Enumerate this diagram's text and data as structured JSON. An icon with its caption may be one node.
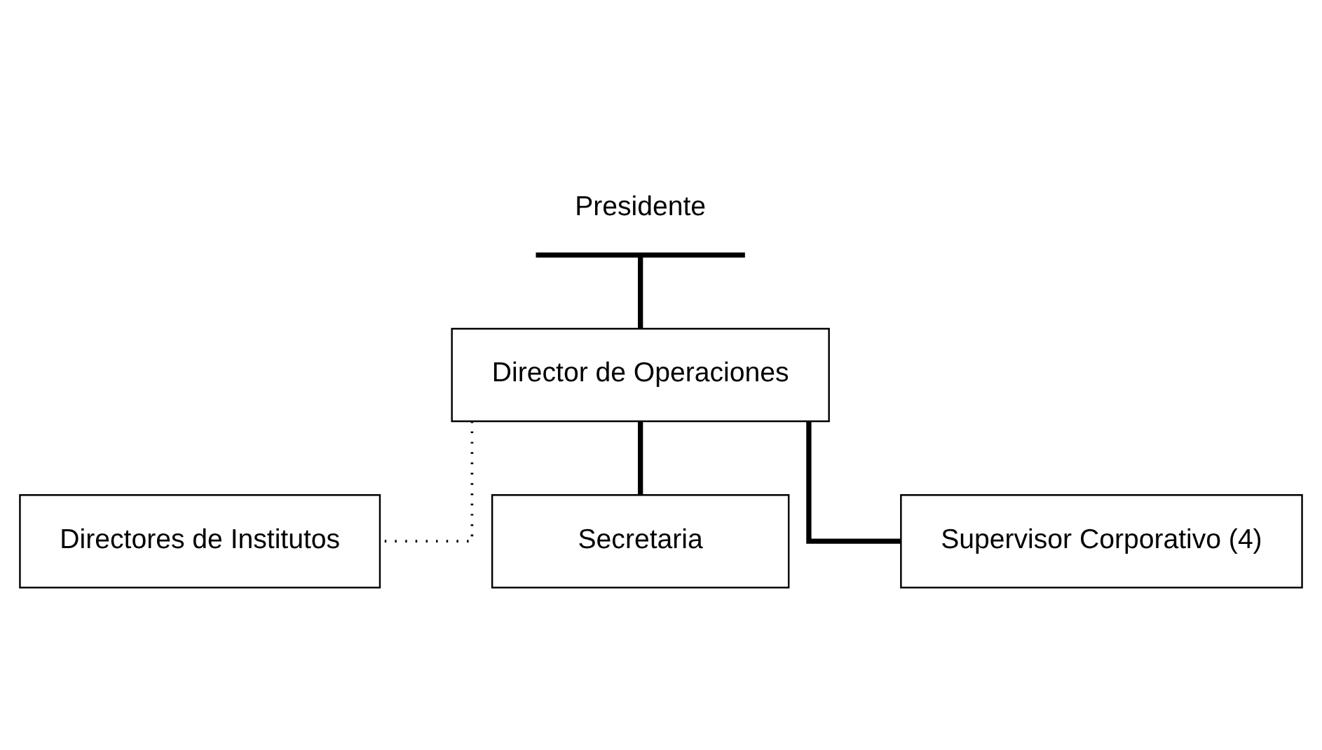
{
  "diagram": {
    "nodes": [
      {
        "text": [
          "Presidente"
        ]
      },
      {
        "text": [
          "Director de Operaciones"
        ]
      },
      {
        "text": [
          "Directores de Institutos"
        ]
      },
      {
        "text": [
          "Secretaria"
        ]
      },
      {
        "text": [
          "Supervisor Corporativo (4)"
        ]
      }
    ],
    "edges": [
      {
        "from": 0,
        "to": 1,
        "arrow": "none"
      },
      {
        "from": 1,
        "to": 2,
        "arrow": "none",
        "style": "dashed"
      },
      {
        "from": 1,
        "to": 3,
        "arrow": "none"
      },
      {
        "from": 1,
        "to": 4,
        "arrow": "none"
      }
    ]
  }
}
